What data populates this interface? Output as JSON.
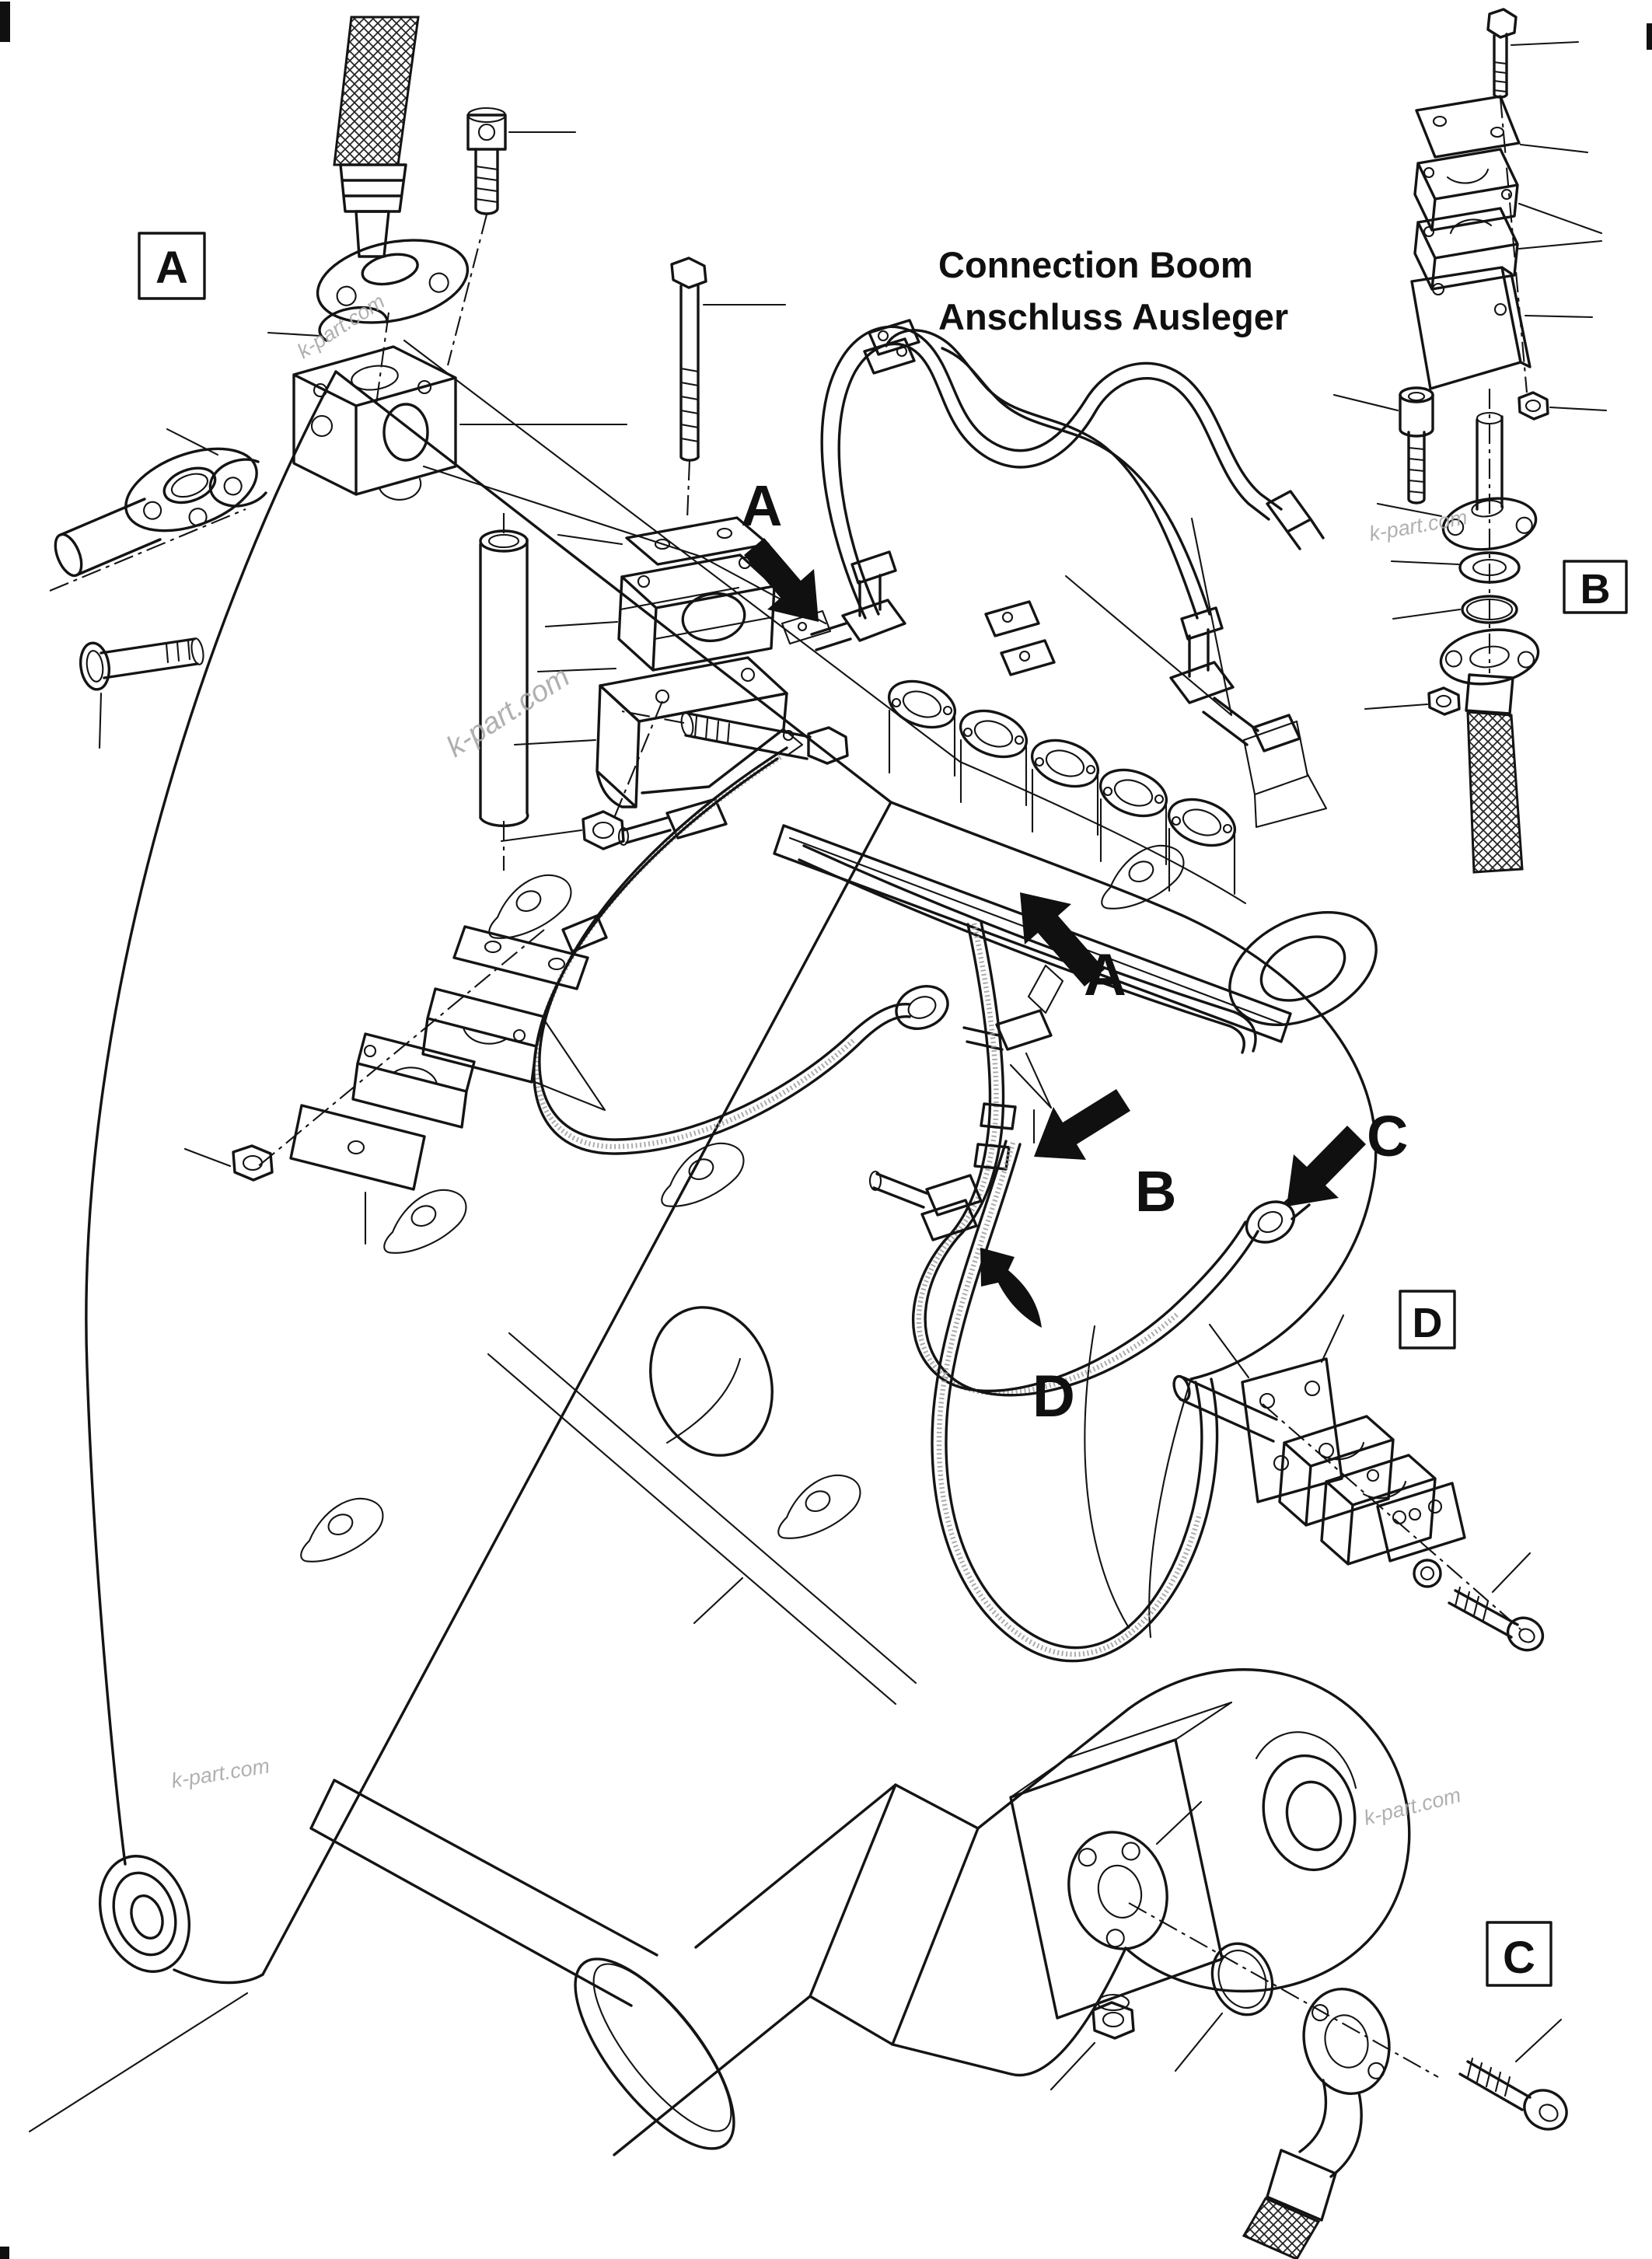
{
  "meta": {
    "background": "#ffffff",
    "ink_color": "#141414",
    "watermark_color": "#a8a8a8",
    "diagram_type": "exploded-parts-diagram",
    "subject": "excavator boom hydraulic piping with detail callouts A, B, C, D"
  },
  "title": {
    "line1": "Connection Boom",
    "line2": "Anschluss Ausleger"
  },
  "watermark": {
    "text": "k-part.com"
  },
  "boxed_labels": {
    "a": "A",
    "b": "B",
    "c": "C",
    "d": "D"
  },
  "arrow_labels": {
    "a_top": "A",
    "a_mid": "A",
    "b": "B",
    "c": "C",
    "d": "D"
  }
}
